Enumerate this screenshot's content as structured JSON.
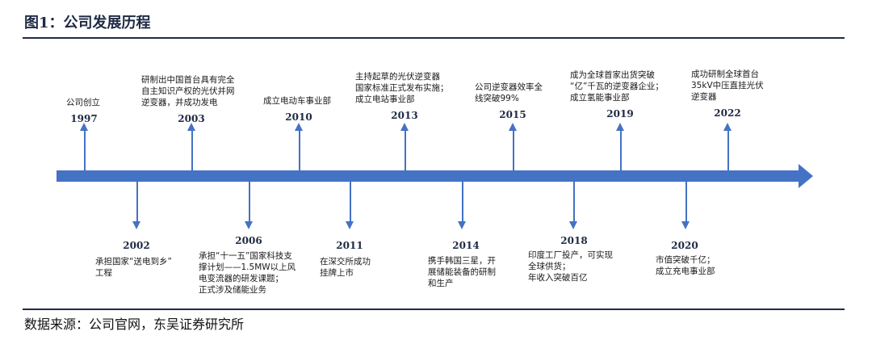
{
  "title": "图1：公司发展历程",
  "source": "数据来源：公司官网，东吴证券研究所",
  "colors": {
    "axis": "#4472c4",
    "title": "#1f2a44"
  },
  "events_above": [
    {
      "year": "1997",
      "text": "公司创立"
    },
    {
      "year": "2003",
      "text": "研制出中国首台具有完全\n自主知识产权的光伏并网\n逆变器，并成功发电"
    },
    {
      "year": "2010",
      "text": "成立电动车事业部"
    },
    {
      "year": "2013",
      "text": "主持起草的光伏逆变器\n国家标准正式发布实施；\n成立电站事业部"
    },
    {
      "year": "2015",
      "text": "公司逆变器效率全\n线突破99%"
    },
    {
      "year": "2019",
      "text": "成为全球首家出货突破\n“亿”千瓦的逆变器企业；\n成立氢能事业部"
    },
    {
      "year": "2022",
      "text": "成功研制全球首台\n35kV中压直挂光伏\n逆变器"
    }
  ],
  "events_below": [
    {
      "year": "2002",
      "text": "承担国家“送电到乡”\n工程"
    },
    {
      "year": "2006",
      "text": "承担“十一五”国家科技支\n撑计划——1.5MW以上风\n电变流器的研发课题；\n正式涉及储能业务"
    },
    {
      "year": "2011",
      "text": "在深交所成功\n挂牌上市"
    },
    {
      "year": "2014",
      "text": "携手韩国三星，开\n展储能装备的研制\n和生产"
    },
    {
      "year": "2018",
      "text": "印度工厂投产，可实现\n全球供货；\n年收入突破百亿"
    },
    {
      "year": "2020",
      "text": "市值突破千亿；\n成立充电事业部"
    }
  ]
}
